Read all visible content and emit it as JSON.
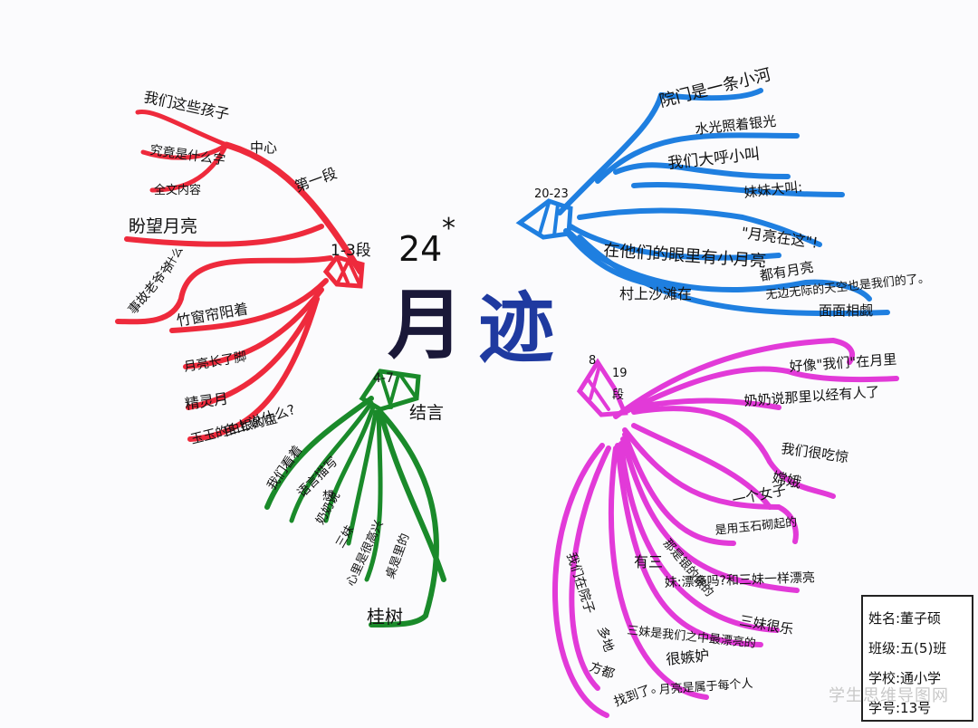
{
  "title": {
    "number": "24",
    "star": "*",
    "part1": "月",
    "part2": "迹"
  },
  "red_branch": {
    "color": "#ee2a3c",
    "labels": {
      "para": "1-3段",
      "center": "中心",
      "first": "第一段",
      "kids": "我们这些孩子",
      "full": "究竟是什么字",
      "whole": "全文内容",
      "hope": "盼望月亮",
      "leaf": "什么",
      "old_story": "事故老爷爷",
      "window": "竹窗帘阳着",
      "moon_long": "月亮长了脚",
      "spirit": "精灵月",
      "jade": "玉玉的白银的盘",
      "coming": "自上说什么?"
    }
  },
  "green_branch": {
    "color": "#1a8a2a",
    "labels": {
      "para": "4-7",
      "end": "结言",
      "ours": "我们看着",
      "language": "语言描写",
      "grandma": "奶奶说",
      "think": "想",
      "sanmei": "三妹",
      "heart": "心里是很高兴",
      "side": "桌是里的",
      "tree": "桂树"
    }
  },
  "blue_branch": {
    "color": "#1f7fe0",
    "labels": {
      "para": "20-23",
      "yard": "院门是一条小河",
      "shine": "水光照着银光",
      "shout": "我们大呼小叫",
      "sister_shout": "妹妹大叫:",
      "moon_here": "\"月亮在这\"!",
      "eyes": "在他们的眼里有小月亮",
      "sand": "村上沙滩在",
      "each_moon": "都有月亮",
      "sky_moon": "无边无际的天空也是我们的了。",
      "face": "面面相觑"
    }
  },
  "magenta_branch": {
    "color": "#e23ad8",
    "labels": {
      "para_a": "8",
      "para_b": "19",
      "para_c": "段",
      "in_moon": "好像\"我们\"在月里",
      "grandma": "奶奶说那里以经有人了",
      "surprised": "我们很吃惊",
      "change": "嫦娥",
      "one_girl": "一个女子",
      "jade_made": "是用玉石砌起的",
      "silver": "那是银的做的",
      "three": "有三",
      "pretty": "妹:漂亮吗?和三妹一样漂亮",
      "pretty2": "三妹很乐",
      "third_girl": "三妹是我们之中最漂亮的",
      "jealous": "很嫉妒",
      "belong": "月亮是属于每个人",
      "we": "我们在院子",
      "many": "多地",
      "all": "方都",
      "found": "找到了。"
    }
  },
  "info": {
    "name": "姓名:董子硕",
    "class": "班级:五(5)班",
    "school": "学校:通小学",
    "student_no": "学号:13号"
  },
  "watermark": "学生思维导图网"
}
